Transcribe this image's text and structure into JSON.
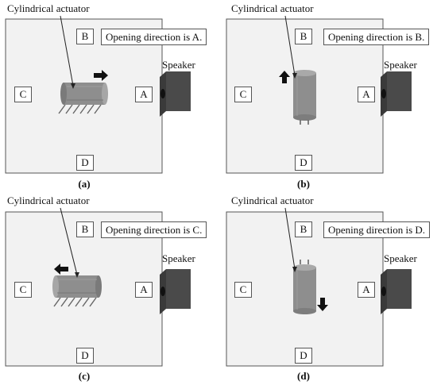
{
  "actuator_label": "Cylindrical actuator",
  "speaker_label": "Speaker",
  "letters": {
    "a": "A",
    "b": "B",
    "c": "C",
    "d": "D"
  },
  "panels": [
    {
      "caption": "(a)",
      "note": "Opening direction is A.",
      "orientation": "horizontal",
      "arrow": "right"
    },
    {
      "caption": "(b)",
      "note": "Opening direction is B.",
      "orientation": "vertical",
      "arrow": "up"
    },
    {
      "caption": "(c)",
      "note": "Opening direction is C.",
      "orientation": "horizontal",
      "arrow": "left"
    },
    {
      "caption": "(d)",
      "note": "Opening direction is D.",
      "orientation": "vertical",
      "arrow": "down"
    }
  ],
  "colors": {
    "room": "#f2f2f2",
    "room_border": "#555555",
    "actuator": "#8e8e8e",
    "speaker": "#3a3a3a",
    "arrow": "#111111"
  }
}
